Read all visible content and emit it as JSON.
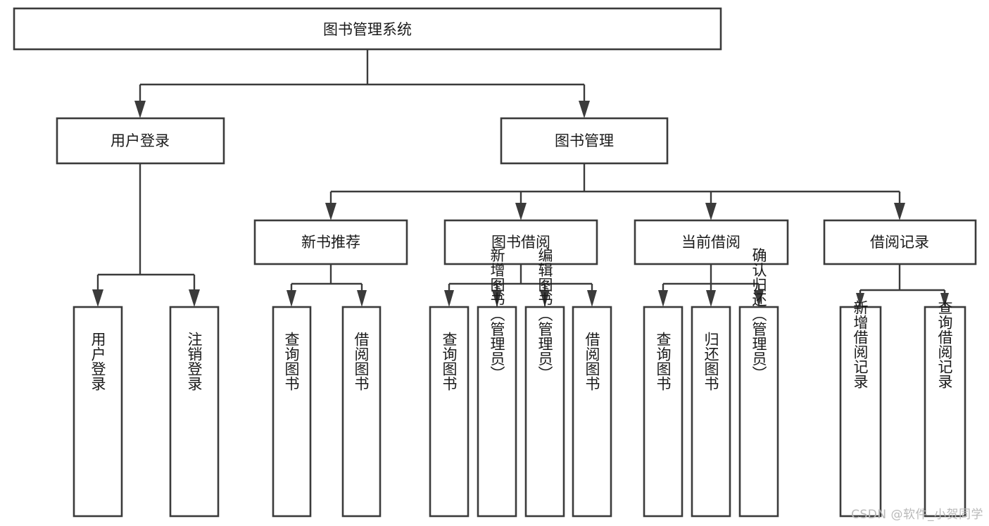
{
  "diagram": {
    "type": "tree",
    "title": "图书管理系统",
    "watermark": "CSDN @软件_小贺同学",
    "colors": {
      "background": "#ffffff",
      "stroke": "#3b3b3b",
      "box_fill": "#ffffff",
      "text": "#1a1a1a",
      "watermark": "#b9b9b9"
    },
    "nodes": {
      "root": {
        "label": "图书管理系统"
      },
      "level2": [
        {
          "id": "user-login",
          "label": "用户登录"
        },
        {
          "id": "book-manage",
          "label": "图书管理"
        }
      ],
      "level3": [
        {
          "id": "new-book-rec",
          "label": "新书推荐"
        },
        {
          "id": "book-borrow",
          "label": "图书借阅"
        },
        {
          "id": "current-borrow",
          "label": "当前借阅"
        },
        {
          "id": "borrow-record",
          "label": "借阅记录"
        }
      ],
      "leaves": {
        "user-login": [
          {
            "id": "leaf-user-login",
            "label": "用户登录"
          },
          {
            "id": "leaf-logout",
            "label": "注销登录"
          }
        ],
        "new-book-rec": [
          {
            "id": "leaf-query-book-1",
            "label": "查询图书"
          },
          {
            "id": "leaf-borrow-book-1",
            "label": "借阅图书"
          }
        ],
        "book-borrow": [
          {
            "id": "leaf-query-book-2",
            "label": "查询图书"
          },
          {
            "id": "leaf-add-book",
            "label": "新增图书（管理员）"
          },
          {
            "id": "leaf-edit-book",
            "label": "编辑图书（管理员）"
          },
          {
            "id": "leaf-borrow-book-2",
            "label": "借阅图书"
          }
        ],
        "current-borrow": [
          {
            "id": "leaf-query-book-3",
            "label": "查询图书"
          },
          {
            "id": "leaf-return-book",
            "label": "归还图书"
          },
          {
            "id": "leaf-confirm-return",
            "label": "确认归还（管理员）"
          }
        ],
        "borrow-record": [
          {
            "id": "leaf-add-record",
            "label": "新增借阅记录"
          },
          {
            "id": "leaf-query-record",
            "label": "查询借阅记录"
          }
        ]
      }
    }
  }
}
